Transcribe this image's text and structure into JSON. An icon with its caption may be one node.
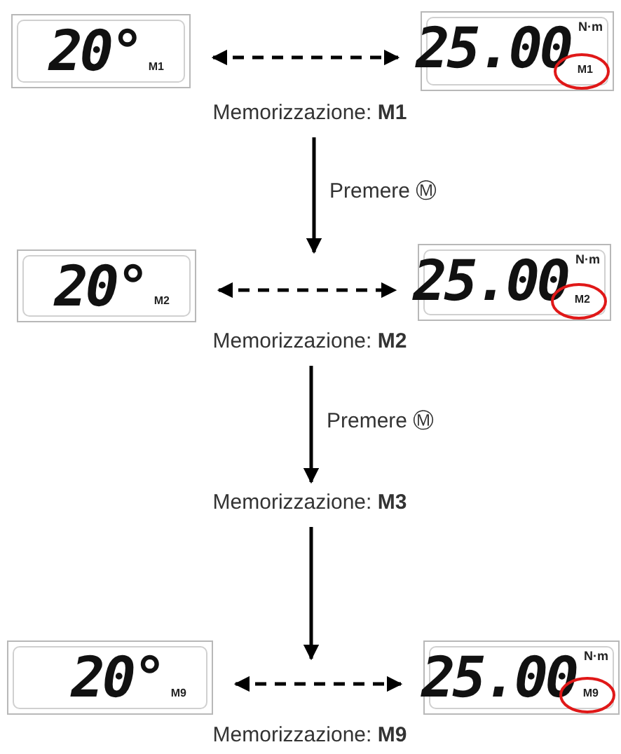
{
  "diagram": {
    "nodes": [
      {
        "text": [
          "20°",
          "M1"
        ]
      },
      {
        "text": [
          "25.00",
          "N·m",
          "M1"
        ]
      },
      {
        "text": [
          "Memorizzazione: **M1**"
        ]
      },
      {
        "text": [
          "20°",
          "M2"
        ]
      },
      {
        "text": [
          "25.00",
          "N·m",
          "M2"
        ]
      },
      {
        "text": [
          "Memorizzazione: **M2**"
        ]
      },
      {
        "text": [
          "Memorizzazione: **M3**"
        ]
      },
      {
        "text": [
          "20°",
          "M9"
        ]
      },
      {
        "text": [
          "25.00",
          "N·m",
          "M9"
        ]
      },
      {
        "text": [
          "Memorizzazione: **M9**"
        ]
      }
    ],
    "edges": [
      {
        "from": 0,
        "to": 1,
        "arrow": "both",
        "style": "dashed"
      },
      {
        "from": 2,
        "to": null,
        "arrow": "to",
        "label": "Premere Ⓜ"
      },
      {
        "from": 3,
        "to": 4,
        "arrow": "both",
        "style": "dashed"
      },
      {
        "from": 5,
        "to": 6,
        "arrow": "to",
        "label": "Premere Ⓜ"
      },
      {
        "from": 6,
        "to": null,
        "arrow": "to"
      },
      {
        "from": 7,
        "to": 8,
        "arrow": "both",
        "style": "dashed"
      }
    ]
  }
}
